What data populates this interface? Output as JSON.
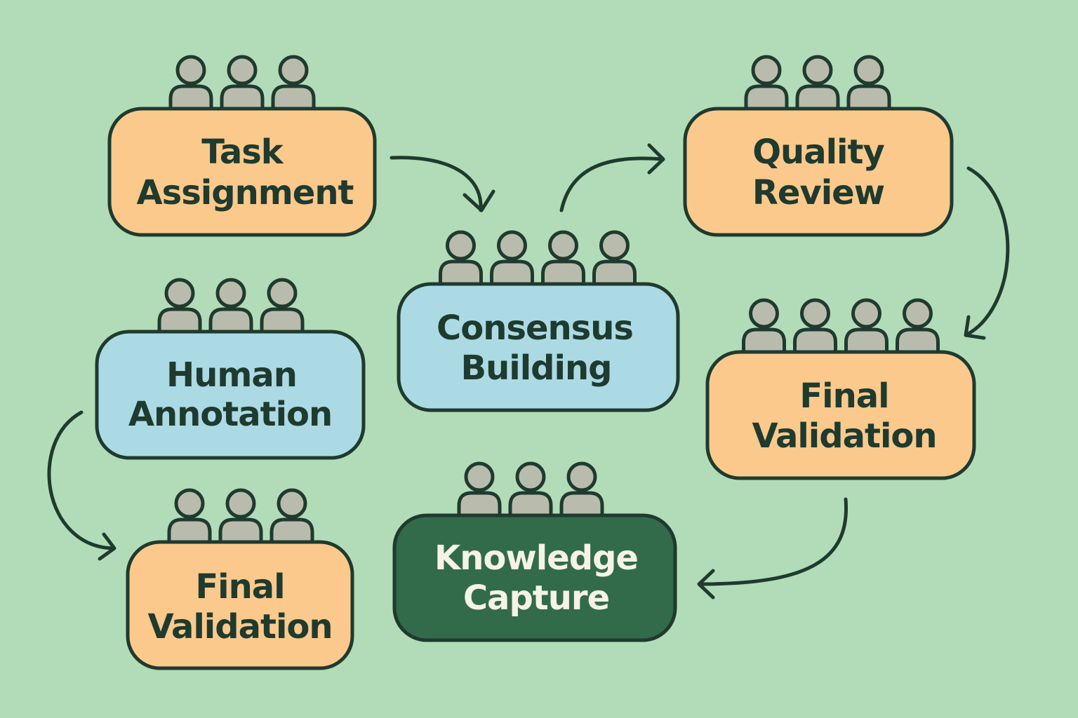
{
  "colors": {
    "background": "#b2dcb8",
    "outline": "#1f3a2e",
    "person_fill": "#b9bcac",
    "orange_fill": "#fbc98c",
    "blue_fill": "#abdae4",
    "green_fill": "#326b4a",
    "dark_text": "#1f3a2e",
    "light_text": "#f5f2e6"
  },
  "nodes": {
    "task_assignment": {
      "line1": "Task",
      "line2": "Assignment",
      "people": 3
    },
    "quality_review": {
      "line1": "Quality",
      "line2": "Review",
      "people": 3
    },
    "consensus_building": {
      "line1": "Consensus",
      "line2": "Building",
      "people": 4
    },
    "human_annotation": {
      "line1": "Human",
      "line2": "Annotation",
      "people": 3
    },
    "final_validation_right": {
      "line1": "Final",
      "line2": "Validation",
      "people": 4
    },
    "final_validation_left": {
      "line1": "Final",
      "line2": "Validation",
      "people": 3
    },
    "knowledge_capture": {
      "line1": "Knowledge",
      "line2": "Capture",
      "people": 3
    }
  },
  "edges": [
    {
      "from": "task_assignment",
      "to": "consensus_building"
    },
    {
      "from": "consensus_building",
      "to": "quality_review"
    },
    {
      "from": "quality_review",
      "to": "final_validation_right"
    },
    {
      "from": "final_validation_right",
      "to": "knowledge_capture"
    },
    {
      "from": "human_annotation",
      "to": "final_validation_left"
    }
  ]
}
